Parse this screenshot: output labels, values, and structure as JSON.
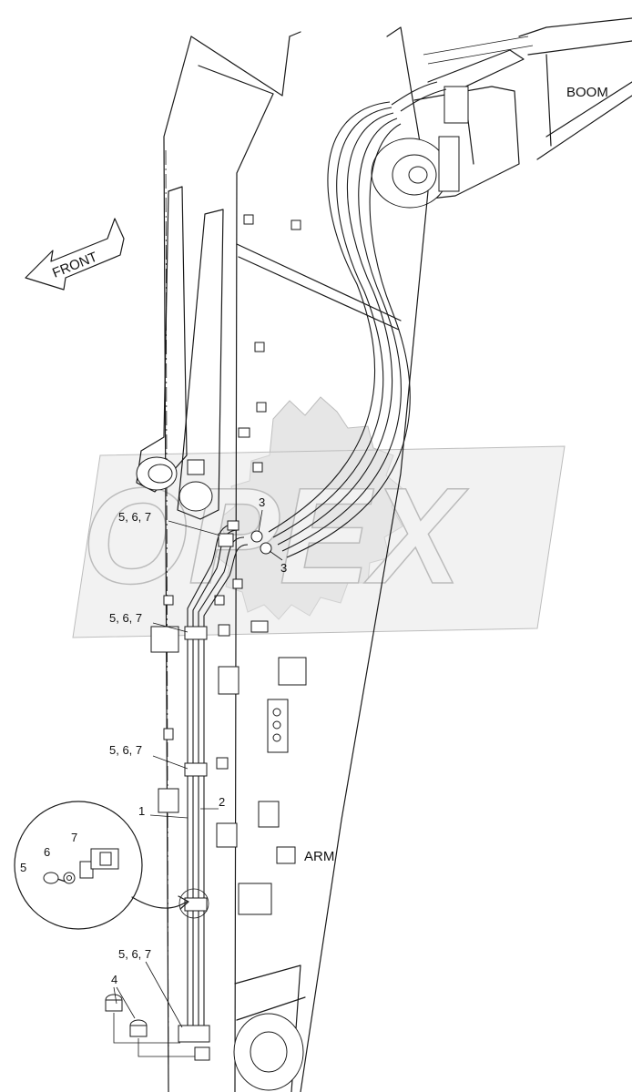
{
  "watermark": {
    "text": "OPEX"
  },
  "direction_label": "FRONT",
  "component_labels": {
    "boom": "BOOM",
    "arm": "ARM"
  },
  "callouts": {
    "clamp_top": "5, 6, 7",
    "fitting_upper": "3",
    "fitting_lower": "3",
    "clamp_second": "5, 6, 7",
    "clamp_third": "5, 6, 7",
    "pipe_1": "1",
    "pipe_2": "2",
    "clamp_bottom": "5, 6, 7",
    "plug": "4",
    "detail_bolt": "5",
    "detail_washer": "6",
    "detail_clamp": "7"
  }
}
